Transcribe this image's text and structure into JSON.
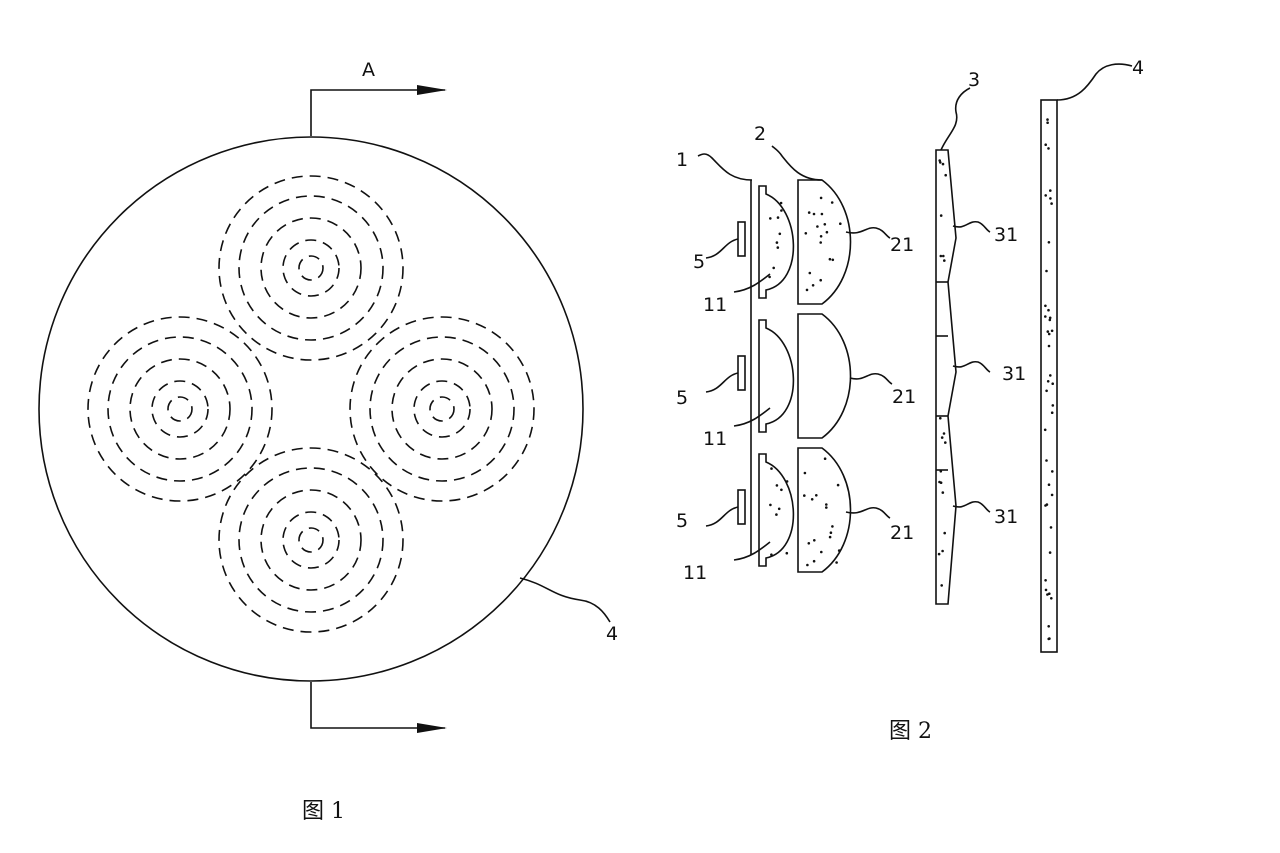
{
  "fig1": {
    "section_label": "A",
    "ref_cover": "4",
    "caption": "图 1"
  },
  "fig2": {
    "ref_board": "1",
    "ref_lens_group": "2",
    "ref_diffuser": "3",
    "ref_cover": "4",
    "ref_led": "5",
    "ref_inner_lens": "11",
    "ref_outer_lens": "21",
    "ref_diffuser_zone": "31",
    "caption": "图 2"
  }
}
